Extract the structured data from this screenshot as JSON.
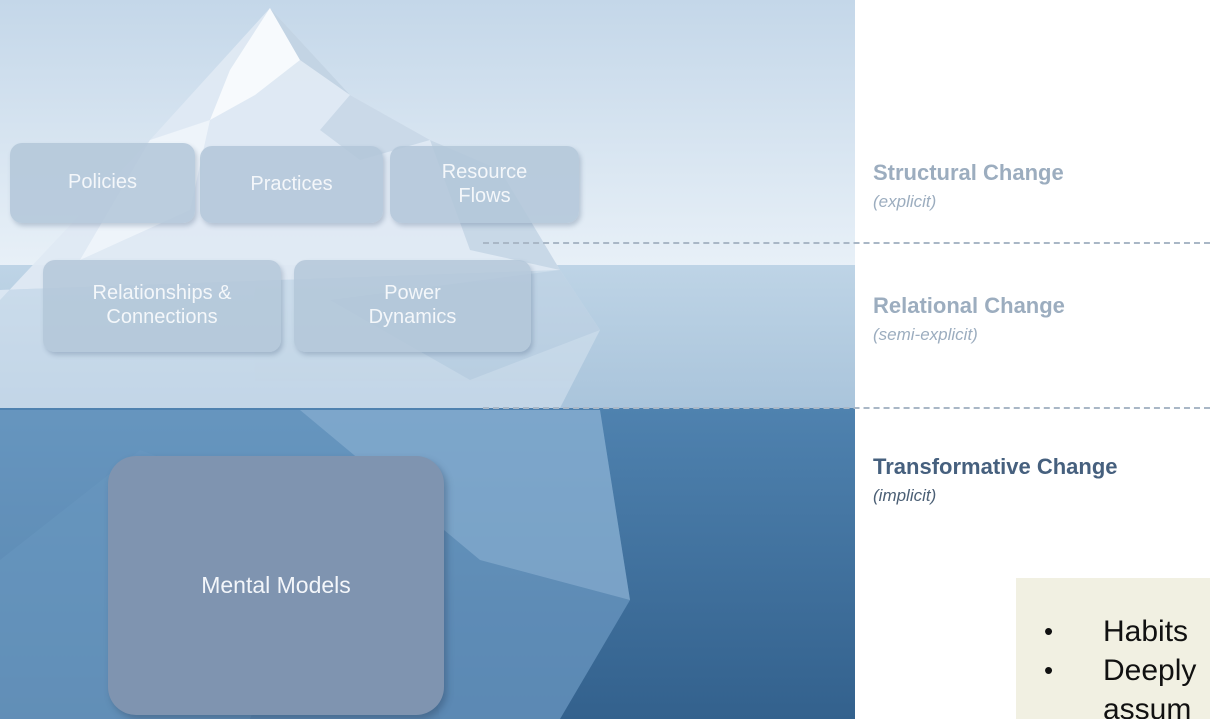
{
  "boxes": {
    "policies": "Policies",
    "practices": "Practices",
    "resource_flows": "Resource\nFlows",
    "relationships": "Relationships &\nConnections",
    "power_dynamics": "Power\nDynamics",
    "mental_models": "Mental Models"
  },
  "levels": [
    {
      "title": "Structural Change",
      "subtitle": "(explicit)"
    },
    {
      "title": "Relational Change",
      "subtitle": "(semi-explicit)"
    },
    {
      "title": "Transformative Change",
      "subtitle": "(implicit)"
    }
  ],
  "notes": {
    "items": [
      {
        "bullet": "•",
        "text": "Habits"
      },
      {
        "bullet": "•",
        "text": "Deeply",
        "continuation": "assum"
      }
    ]
  },
  "colors": {
    "sky_top": "#c6d9ea",
    "sky_bottom": "#e7f0f7",
    "surface_water": "#b4cde1",
    "deep_water_top": "#4d7fab",
    "deep_water_bottom": "#35638f",
    "label_faded": "#9cadbf",
    "label_dark": "#46607e",
    "notes_background": "#f1f0e2"
  }
}
